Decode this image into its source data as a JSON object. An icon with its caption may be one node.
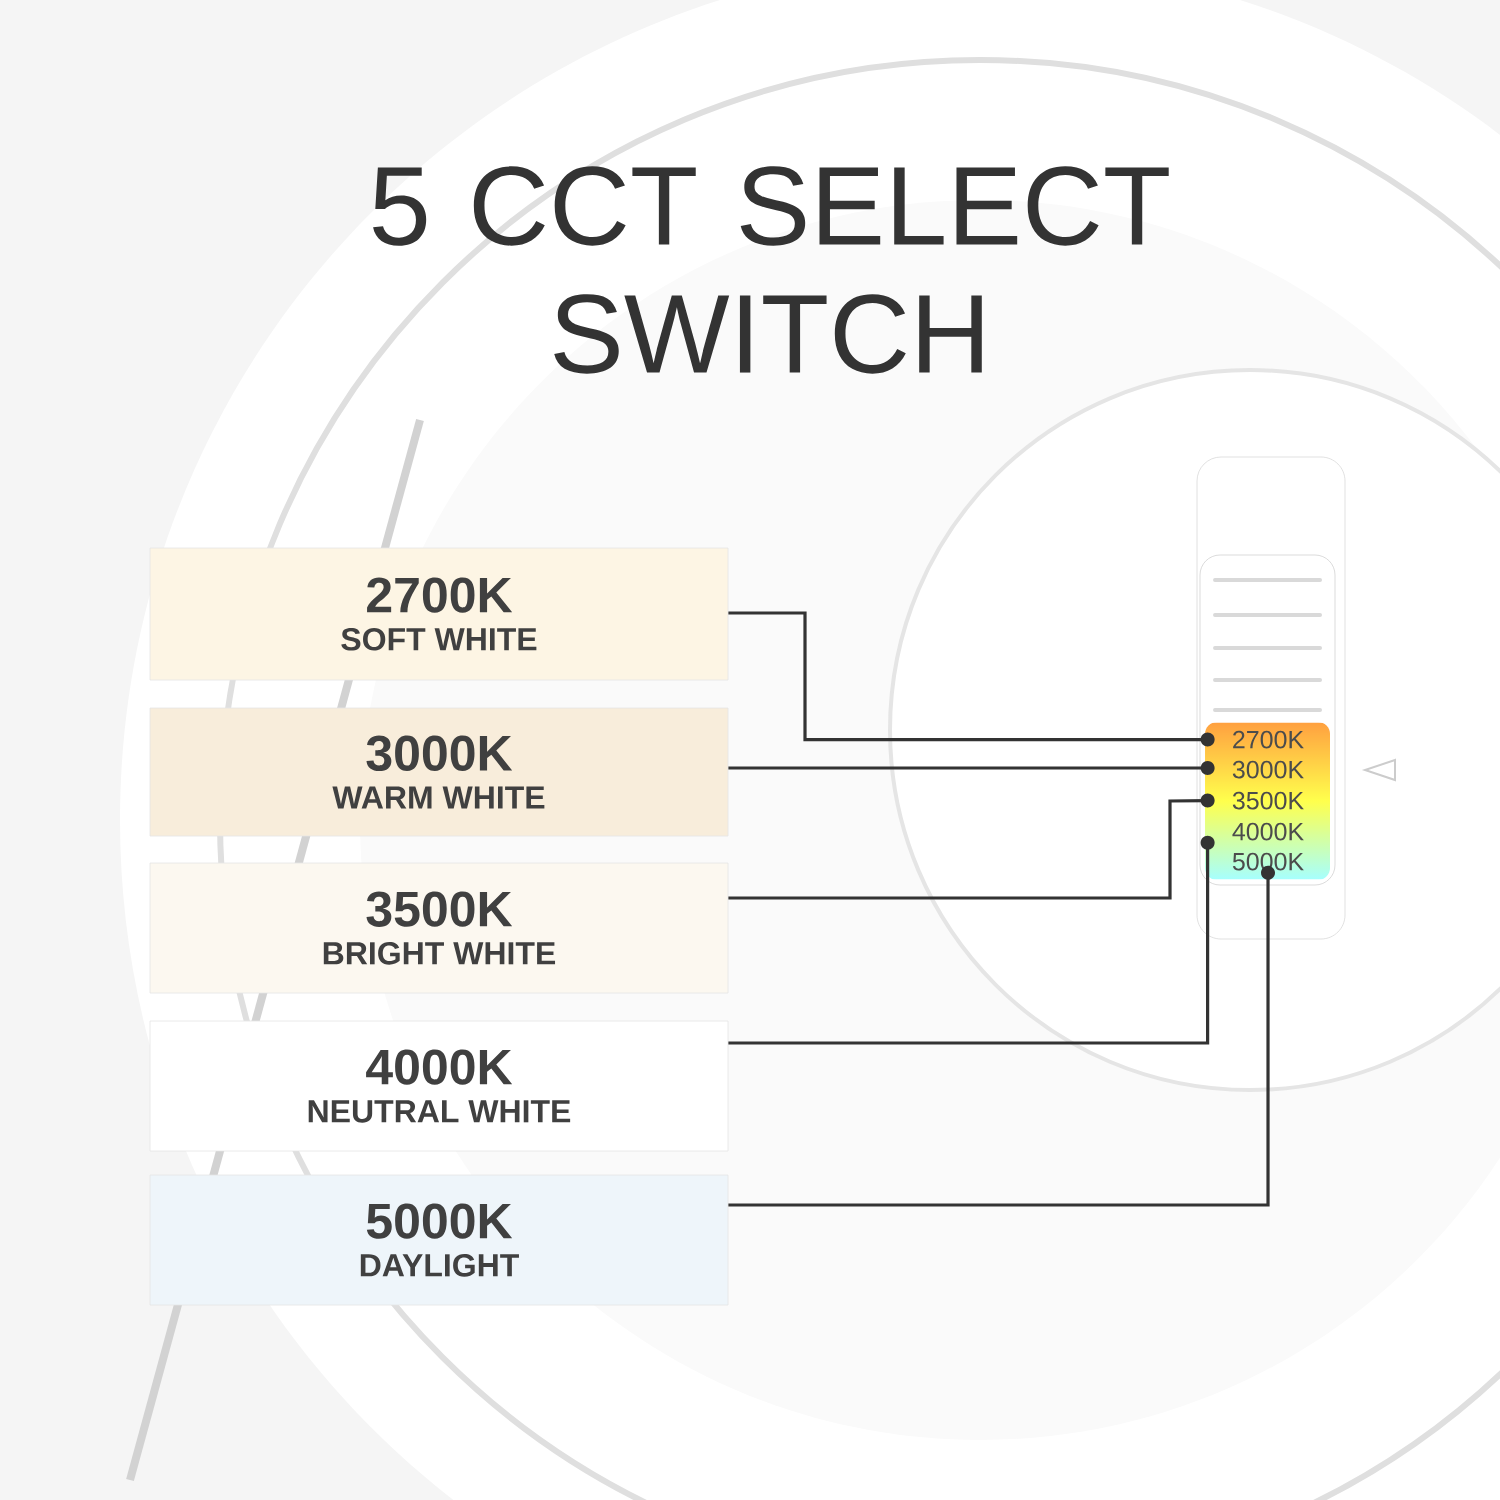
{
  "diagram": {
    "title": "5 CCT SELECT SWITCH",
    "nodes": [
      {
        "text": [
          "2700K",
          "SOFT WHITE"
        ]
      },
      {
        "text": [
          "3000K",
          "WARM WHITE"
        ]
      },
      {
        "text": [
          "3500K",
          "BRIGHT WHITE"
        ]
      },
      {
        "text": [
          "4000K",
          "NEUTRAL WHITE"
        ]
      },
      {
        "text": [
          "5000K",
          "DAYLIGHT"
        ]
      },
      {
        "text": [],
        "shape": "box"
      },
      {
        "text": [
          "2700K"
        ],
        "in": 5
      },
      {
        "text": [
          "3000K"
        ],
        "in": 5
      },
      {
        "text": [
          "3500K"
        ],
        "in": 5
      },
      {
        "text": [
          "4000K"
        ],
        "in": 5
      },
      {
        "text": [
          "5000K"
        ],
        "in": 5
      }
    ],
    "edges": [
      {
        "from": 0,
        "to": 6,
        "arrow": "other"
      },
      {
        "from": 1,
        "to": 7,
        "arrow": "other"
      },
      {
        "from": 2,
        "to": 8,
        "arrow": "other"
      },
      {
        "from": 3,
        "to": 9,
        "arrow": "other"
      },
      {
        "from": 4,
        "to": 10,
        "arrow": "other"
      }
    ]
  }
}
